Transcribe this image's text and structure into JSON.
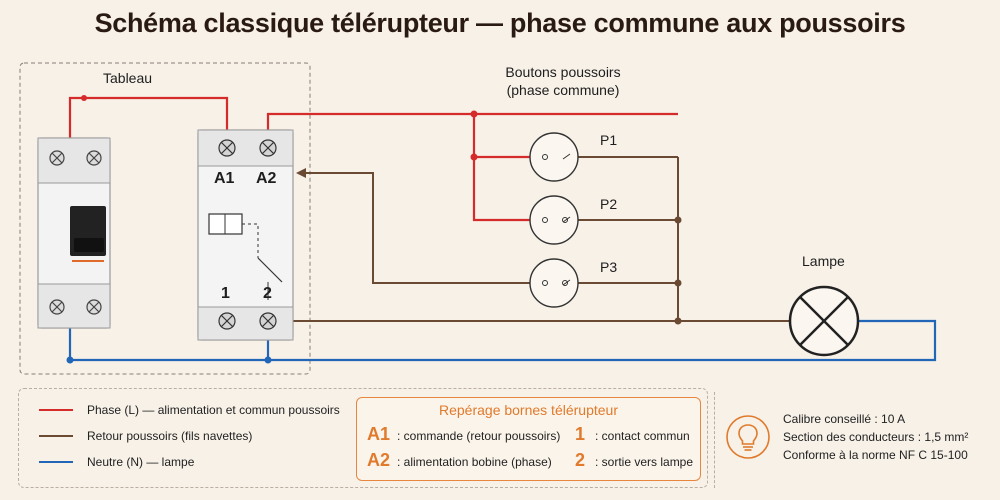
{
  "title": "Schéma classique télérupteur — phase commune aux poussoirs",
  "panel": {
    "label": "Tableau"
  },
  "buttons_group": {
    "label_line1": "Boutons poussoirs",
    "label_line2": "(phase commune)"
  },
  "relay_terminals": {
    "a1": "A1",
    "a2": "A2",
    "t1": "1",
    "t2": "2"
  },
  "pushbuttons": [
    "P1",
    "P2",
    "P3"
  ],
  "lamp": {
    "label": "Lampe"
  },
  "colors": {
    "phase": "#d62b2b",
    "retour": "#6b4a33",
    "neutre": "#2266b8",
    "accent": "#e07a2c"
  },
  "legend": [
    {
      "text": "Phase (L) — alimentation et commun poussoirs",
      "color": "#d62b2b"
    },
    {
      "text": "Retour poussoirs (fils navettes)",
      "color": "#6b4a33"
    },
    {
      "text": "Neutre (N) — lampe",
      "color": "#2266b8"
    }
  ],
  "reperage": {
    "title": "Repérage bornes télérupteur",
    "rows": [
      {
        "code": "A1",
        "text": ": commande (retour poussoirs)",
        "code2": "1",
        "text2": ": contact commun"
      },
      {
        "code": "A2",
        "text": ": alimentation bobine (phase)",
        "code2": "2",
        "text2": ": sortie vers lampe"
      }
    ]
  },
  "info": {
    "icon": "lightbulb-icon",
    "lines": [
      "Calibre conseillé : 10 A",
      "Section des conducteurs : 1,5 mm²",
      "Conforme à la norme NF C 15-100"
    ]
  }
}
